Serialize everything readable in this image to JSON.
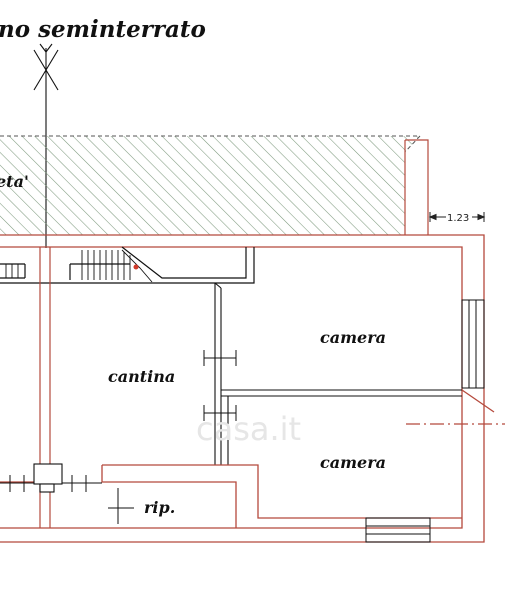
{
  "plan": {
    "title": "no seminterrato",
    "partial_label": "eta'",
    "dimension": "1.23",
    "rooms": [
      {
        "id": "cantina",
        "label": "cantina"
      },
      {
        "id": "camera-1",
        "label": "camera"
      },
      {
        "id": "camera-2",
        "label": "camera"
      },
      {
        "id": "ripostiglio",
        "label": "rip."
      }
    ],
    "watermark": "casa.it"
  },
  "colors": {
    "wall": "#b5493c",
    "ink": "#111111",
    "hatch": "#7f9a7f",
    "hatch_border": "#555555"
  }
}
